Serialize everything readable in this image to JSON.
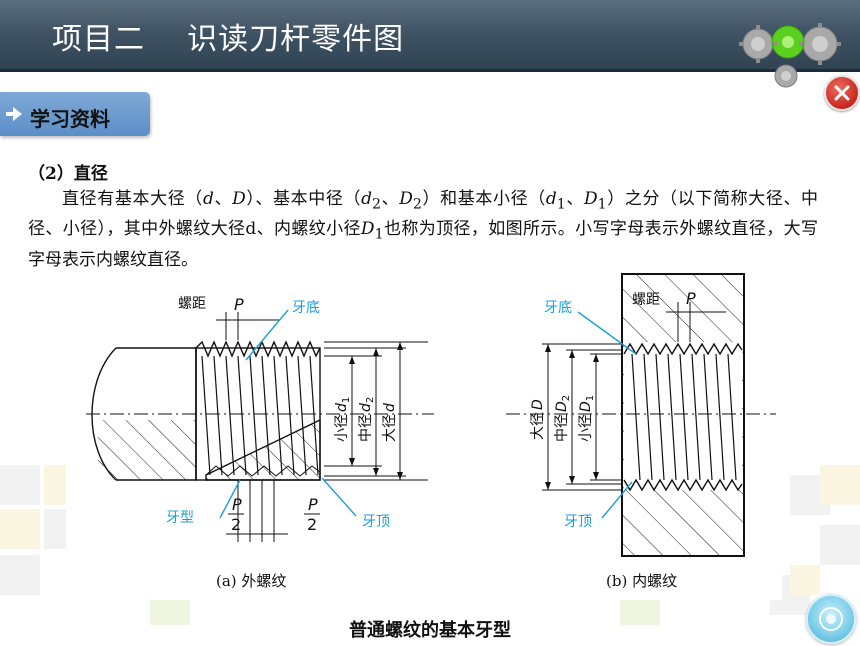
{
  "header": {
    "title": "项目二    识读刀杆零件图"
  },
  "section": {
    "label": "学习资料"
  },
  "content": {
    "heading": "（2）直径",
    "paragraph_parts": [
      "直径有基本大径（",
      "d",
      "、",
      "D",
      "）、基本中径（",
      "d",
      "2",
      "、",
      "D",
      "2",
      "）和基本小径（",
      "d",
      "1",
      "、",
      "D",
      "1",
      "）之分（以下简称大径、中径、小径），其中外螺纹大径d、内螺纹小径",
      "D",
      "1",
      "也称为顶径，如图所示。小写字母表示外螺纹直径，大写字母表示内螺纹直径。"
    ]
  },
  "figure": {
    "left": {
      "pitch_label": "螺距",
      "P": "P",
      "root_label": "牙底",
      "profile_label": "牙型",
      "crest_label": "牙顶",
      "half_P_num": "P",
      "half_P_den": "2",
      "minor": "小径",
      "mid": "中径",
      "major": "大径",
      "d": "d",
      "sub1": "1",
      "sub2": "2",
      "caption": "(a) 外螺纹"
    },
    "right": {
      "pitch_label": "螺距",
      "P": "P",
      "root_label": "牙底",
      "crest_label": "牙顶",
      "major": "大径",
      "mid": "中径",
      "minor": "小径",
      "D": "D",
      "sub1": "1",
      "sub2": "2",
      "caption": "(b) 内螺纹"
    }
  },
  "caption": "普通螺纹的基本牙型",
  "colors": {
    "header": "#3f5364",
    "tab": "#6a9ad0",
    "accent_blue": "#1aa0dc",
    "close": "#d8382b"
  }
}
